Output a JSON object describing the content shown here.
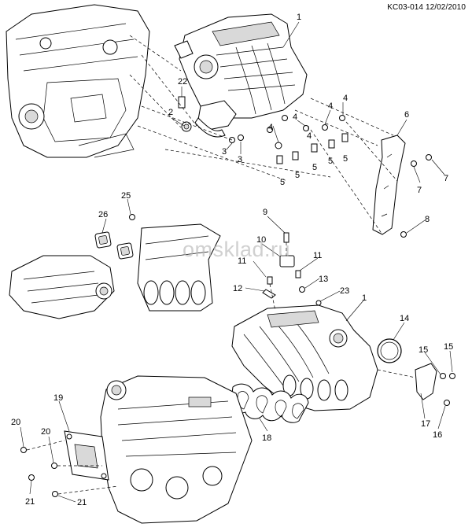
{
  "header": {
    "code": "KC03-014 12/02/2010"
  },
  "watermark": {
    "text": "omsklad.ru"
  },
  "callouts": {
    "c1a": "1",
    "c1b": "1",
    "c2": "2",
    "c3a": "3",
    "c3b": "3",
    "c4a": "4",
    "c4b": "4",
    "c4c": "4",
    "c4d": "4",
    "c4e": "4",
    "c5a": "5",
    "c5b": "5",
    "c5c": "5",
    "c5d": "5",
    "c5e": "5",
    "c6": "6",
    "c7a": "7",
    "c7b": "7",
    "c8": "8",
    "c9": "9",
    "c10": "10",
    "c11a": "11",
    "c11b": "11",
    "c12": "12",
    "c13": "13",
    "c14": "14",
    "c15a": "15",
    "c15b": "15",
    "c16": "16",
    "c17": "17",
    "c18": "18",
    "c19": "19",
    "c20a": "20",
    "c20b": "20",
    "c21a": "21",
    "c21b": "21",
    "c22": "22",
    "c23": "23",
    "c25": "25",
    "c26": "26"
  }
}
